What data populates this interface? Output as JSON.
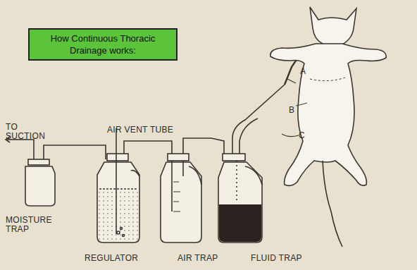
{
  "diagram": {
    "title": "How Continuous Thoracic Drainage works:",
    "labels": [
      "TO SUCTION",
      "AIR VENT TUBE",
      "MOISTURE TRAP",
      "REGULATOR",
      "AIR TRAP",
      "FLUID TRAP",
      "A",
      "B",
      "C"
    ]
  }
}
